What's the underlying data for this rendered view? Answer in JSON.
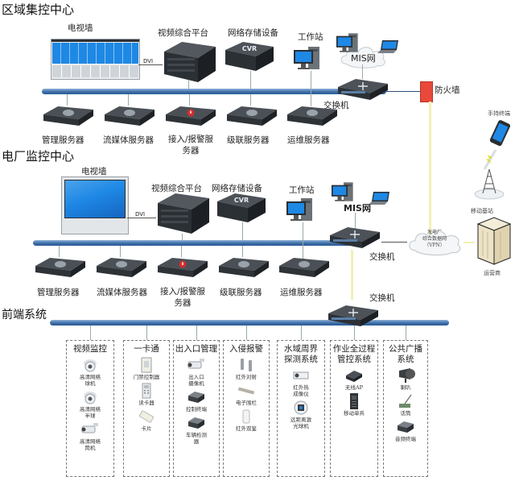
{
  "regional": {
    "title": "区域集控中心",
    "tv_wall": "电视墙",
    "dvi": "DVI",
    "video_platform": "视频综合平台",
    "storage": "网络存储设备",
    "cvr": "CVR",
    "workstation": "工作站",
    "mis": "MIS网",
    "switch": "交换机",
    "firewall": "防火墙",
    "servers": [
      "管理服务器",
      "流媒体服务器",
      "接入/报警服\n务器",
      "级联服务器",
      "运维服务器"
    ]
  },
  "plant": {
    "title": "电厂监控中心",
    "tv_wall": "电视墙",
    "dvi": "DVI",
    "video_platform": "视频综合平台",
    "storage": "网络存储设备",
    "cvr": "CVR",
    "workstation": "工作站",
    "mis": "MIS网",
    "switch": "交换机",
    "servers": [
      "管理服务器",
      "流媒体服务器",
      "接入/报警服\n务器",
      "级联服务器",
      "运维服务器"
    ]
  },
  "external": {
    "mobile_terminal": "手持终端",
    "base_station": "移动基站",
    "vpn_cloud": "发电厂\n综合数据网\n（VPN）",
    "operator": "运营商"
  },
  "frontend": {
    "title": "前端系统",
    "switch": "交换机",
    "groups": [
      {
        "title": "视频监控",
        "devices": [
          "高清网络\n球机",
          "高清网络\n半球",
          "高清网络\n筒机"
        ]
      },
      {
        "title": "一卡通",
        "devices": [
          "门禁控制器",
          "读卡器",
          "卡片"
        ]
      },
      {
        "title": "出入口管理",
        "devices": [
          "出入口\n摄像机",
          "控制终端",
          "车辆检测\n器"
        ]
      },
      {
        "title": "入侵报警",
        "devices": [
          "红外对射",
          "电子围栏",
          "红外双鉴"
        ]
      },
      {
        "title": "水域周界\n探测系统",
        "devices": [
          "红外热\n成像仪",
          "远距离激\n光球机"
        ]
      },
      {
        "title": "作业全过程\n管控系统",
        "devices": [
          "无线AP",
          "移动单兵"
        ]
      },
      {
        "title": "公共广播\n系统",
        "devices": [
          "喇叭",
          "话筒",
          "音频终端"
        ]
      }
    ]
  },
  "colors": {
    "bus": "#3e6ea8",
    "firewall": "#e8493a",
    "screen": "#1e88e5",
    "device": "#3a3f44",
    "wan_line": "#f2f0b5"
  }
}
